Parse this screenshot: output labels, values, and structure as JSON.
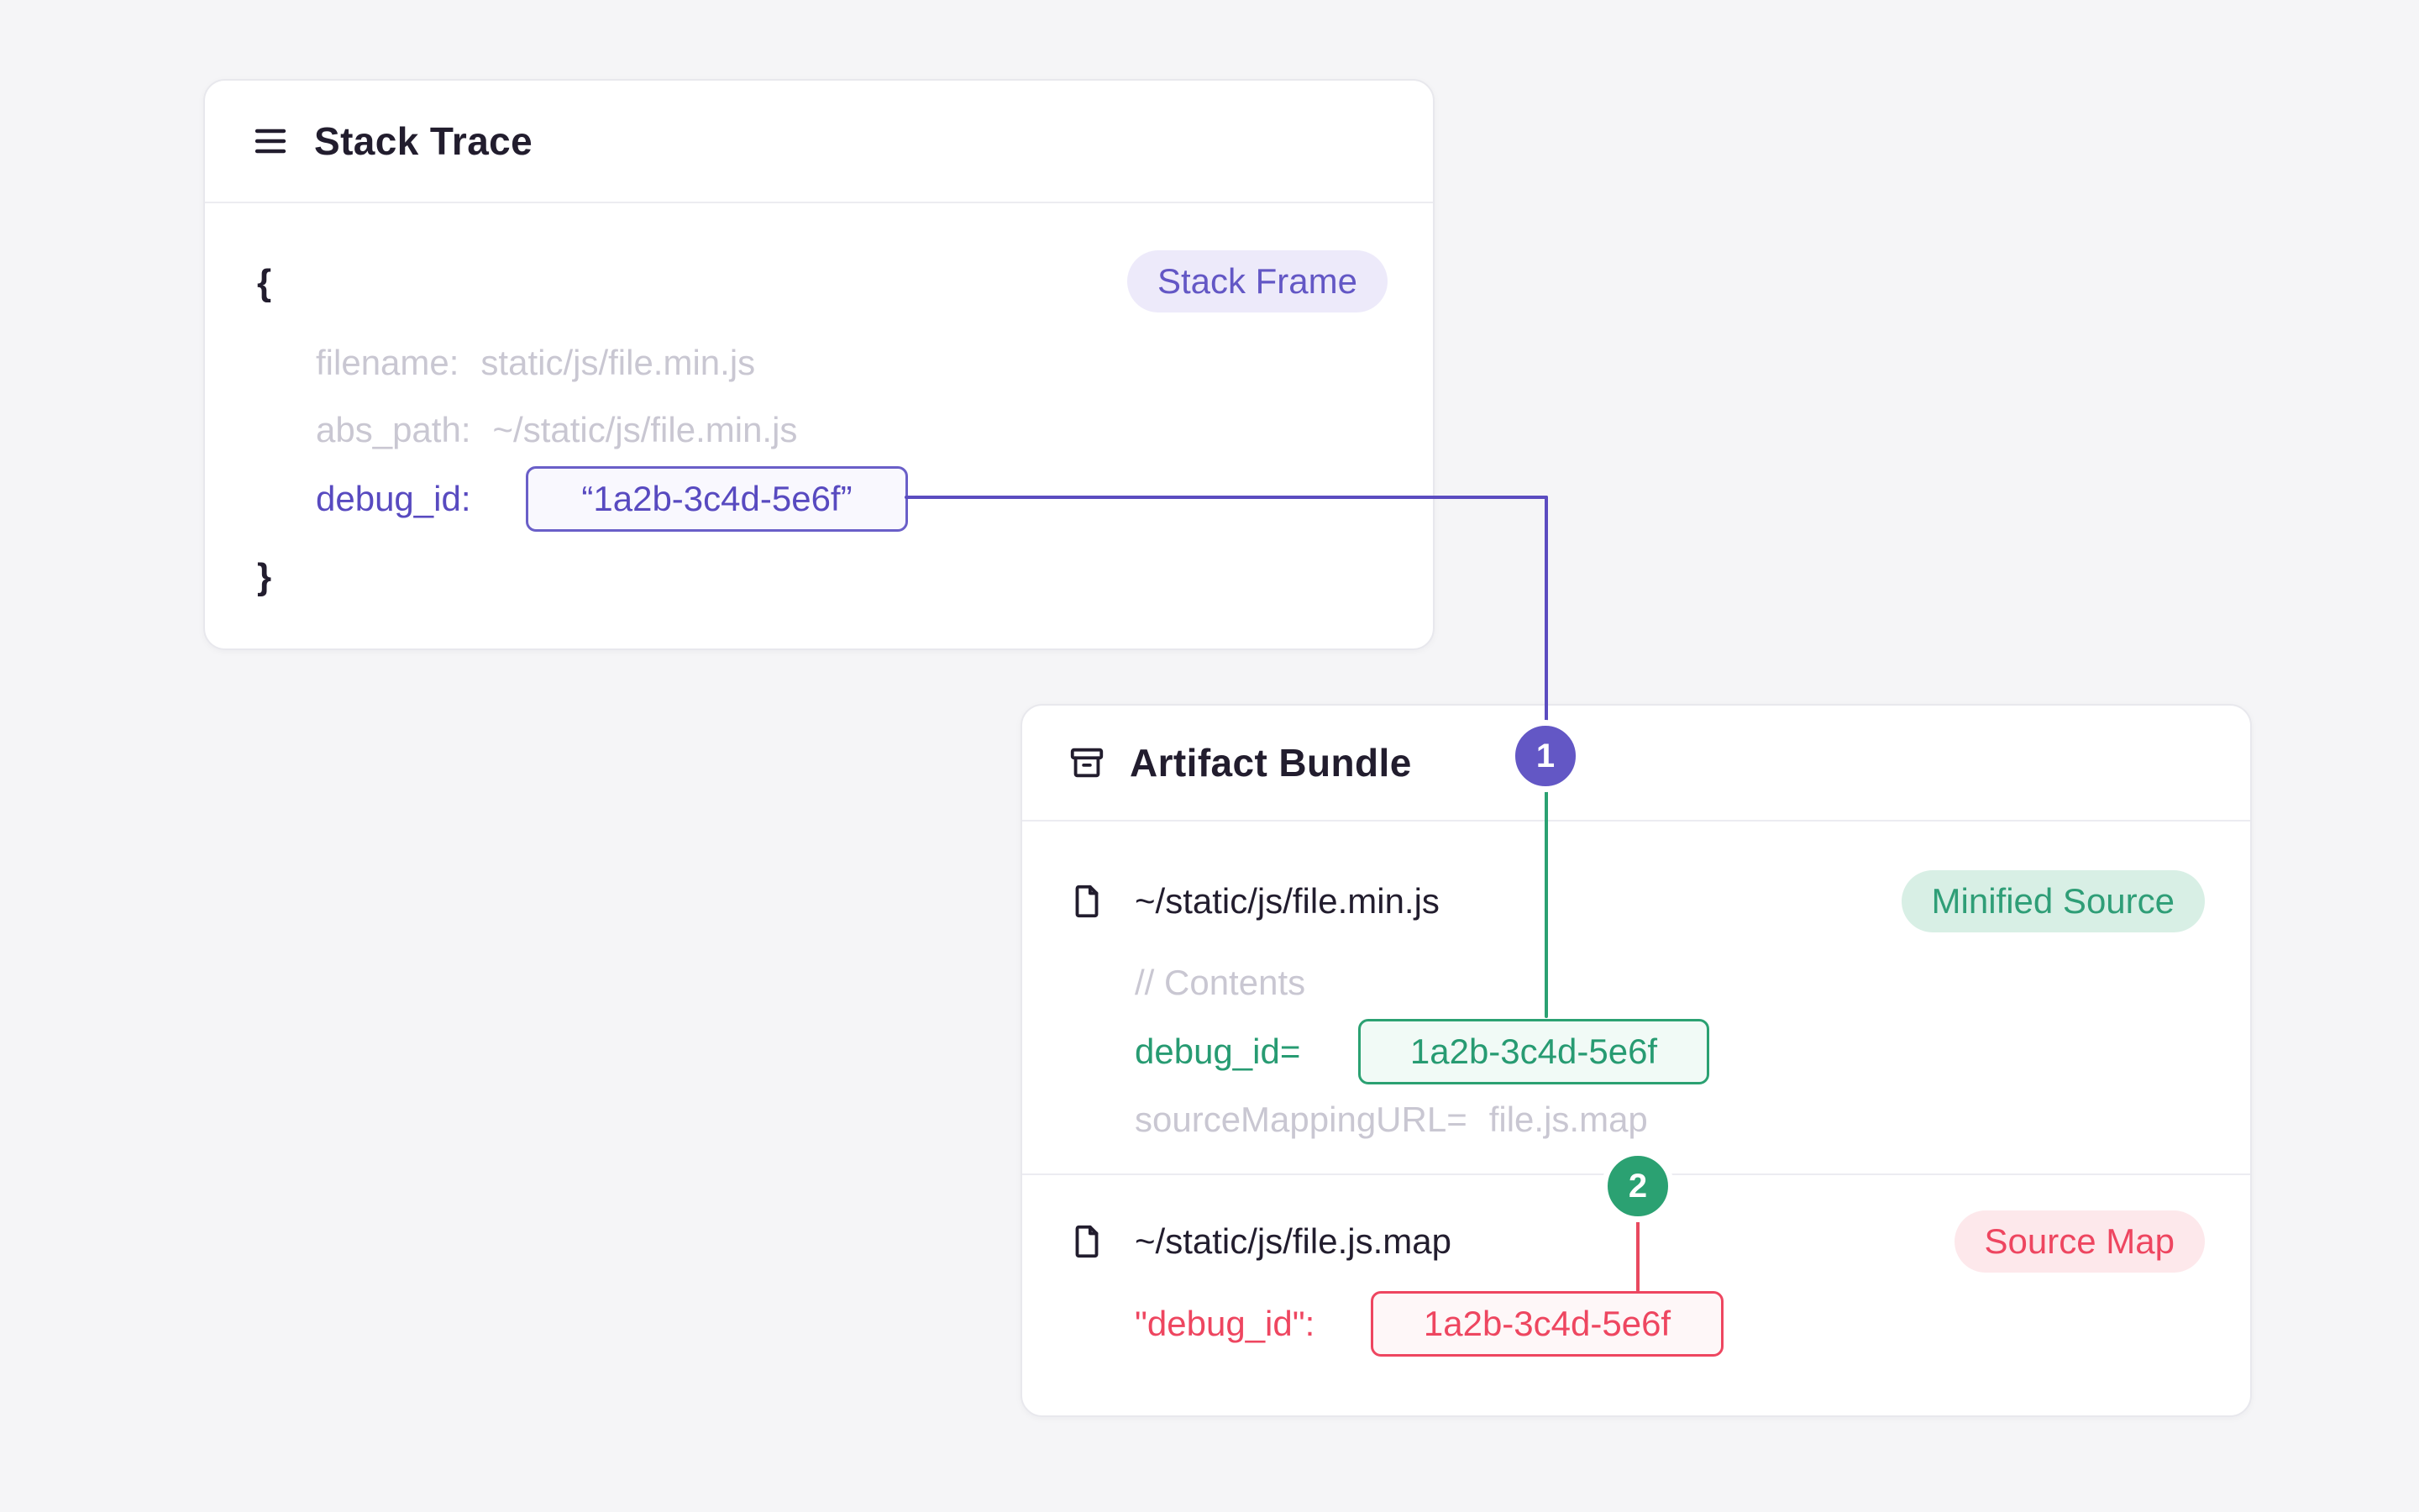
{
  "page": {
    "background": "#f5f5f7"
  },
  "stack_trace": {
    "title": "Stack Trace",
    "badge": "Stack Frame",
    "open_brace": "{",
    "close_brace": "}",
    "filename_key": "filename:",
    "filename_value": "static/js/file.min.js",
    "abs_path_key": "abs_path:",
    "abs_path_value": "~/static/js/file.min.js",
    "debug_id_key": "debug_id:",
    "debug_id_value": "“1a2b-3c4d-5e6f”"
  },
  "artifact_bundle": {
    "title": "Artifact Bundle",
    "minified_source": {
      "path": "~/static/js/file.min.js",
      "badge": "Minified Source",
      "comment": "// Contents",
      "debug_id_key": "debug_id=",
      "debug_id_value": "1a2b-3c4d-5e6f",
      "source_mapping_key": "sourceMappingURL=",
      "source_mapping_value": "file.js.map"
    },
    "source_map": {
      "path": "~/static/js/file.js.map",
      "badge": "Source Map",
      "debug_id_key": "\"debug_id\":",
      "debug_id_value": "1a2b-3c4d-5e6f"
    }
  },
  "markers": {
    "one": "1",
    "two": "2"
  },
  "colors": {
    "purple": "#6357c5",
    "green": "#2ba172",
    "red": "#ee4660",
    "ink": "#221d2e",
    "muted_text": "#c9c7d2",
    "badge_purple_bg": "#edeafa",
    "badge_green_bg": "#d8efe5",
    "badge_red_bg": "#fde8eb",
    "card_background": "#ffffff",
    "page_background": "#f5f5f7"
  }
}
